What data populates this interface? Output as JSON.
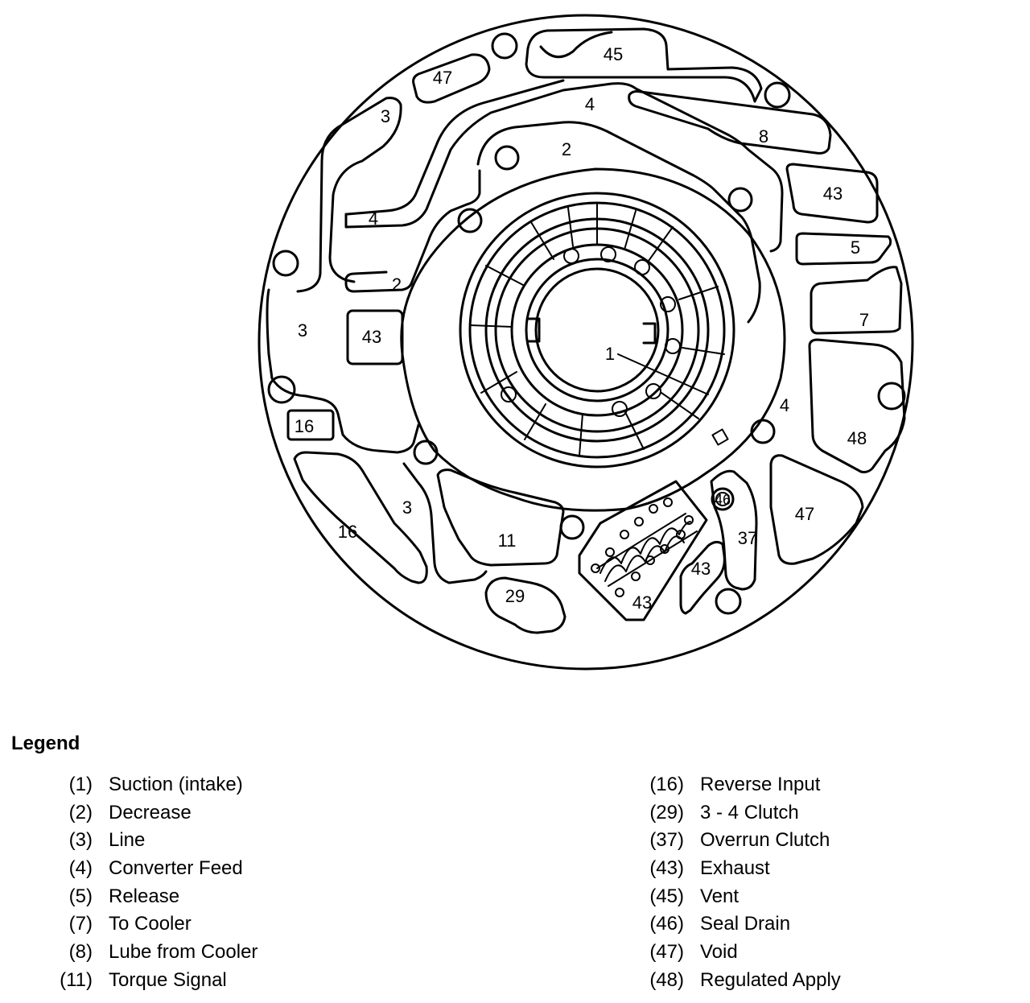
{
  "diagram": {
    "labels": {
      "c45": "45",
      "c47a": "47",
      "c3a": "3",
      "c4a": "4",
      "c8": "8",
      "c2a": "2",
      "c43a": "43",
      "c4b": "4",
      "c5": "5",
      "c2b": "2",
      "c7": "7",
      "c3b": "3",
      "c43b": "43",
      "c1": "1",
      "c4c": "4",
      "c16a": "16",
      "c48": "48",
      "c46": "46",
      "c3c": "3",
      "c47b": "47",
      "c16b": "16",
      "c11": "11",
      "c37": "37",
      "c43c": "43",
      "c29": "29",
      "c43d": "43"
    }
  },
  "legend": {
    "title": "Legend",
    "left": [
      {
        "num": "(1)",
        "label": "Suction (intake)"
      },
      {
        "num": "(2)",
        "label": "Decrease"
      },
      {
        "num": "(3)",
        "label": "Line"
      },
      {
        "num": "(4)",
        "label": "Converter Feed"
      },
      {
        "num": "(5)",
        "label": "Release"
      },
      {
        "num": "(7)",
        "label": "To Cooler"
      },
      {
        "num": "(8)",
        "label": "Lube from Cooler"
      },
      {
        "num": "(11)",
        "label": "Torque Signal"
      }
    ],
    "right": [
      {
        "num": "(16)",
        "label": "Reverse Input"
      },
      {
        "num": "(29)",
        "label": "3 - 4 Clutch"
      },
      {
        "num": "(37)",
        "label": "Overrun Clutch"
      },
      {
        "num": "(43)",
        "label": "Exhaust"
      },
      {
        "num": "(45)",
        "label": "Vent"
      },
      {
        "num": "(46)",
        "label": "Seal Drain"
      },
      {
        "num": "(47)",
        "label": "Void"
      },
      {
        "num": "(48)",
        "label": "Regulated Apply"
      }
    ]
  }
}
